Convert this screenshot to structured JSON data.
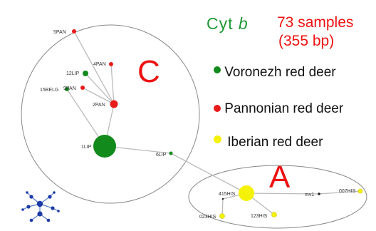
{
  "header": {
    "gene_prefix": "Cyt",
    "gene_italic": "b",
    "samples_line1": "73 samples",
    "samples_line2": "(355 bp)"
  },
  "legend": [
    {
      "label": "Voronezh red deer",
      "color": "#128a1c"
    },
    {
      "label": "Pannonian red deer",
      "color": "#e81b1b"
    },
    {
      "label": "Iberian red deer",
      "color": "#f5f20a"
    }
  ],
  "clusters": {
    "c": "C",
    "a": "A"
  },
  "nodes": {
    "5pan": "5PAN",
    "4pan": "4PAN",
    "12lip": "12LIP",
    "9pan": "9PAN",
    "2pan": "2PAN",
    "15belg": "15BELG",
    "1lip": "1LIP",
    "6lip": "6LIP",
    "415his": "415HIS",
    "mv1": "mv1",
    "007his": "007HIS",
    "023his": "023HIS",
    "123his": "123HIS"
  },
  "colors": {
    "voronezh": "#128a1c",
    "pannonian": "#e81b1b",
    "iberian": "#f5f20a",
    "median": "#222222"
  }
}
